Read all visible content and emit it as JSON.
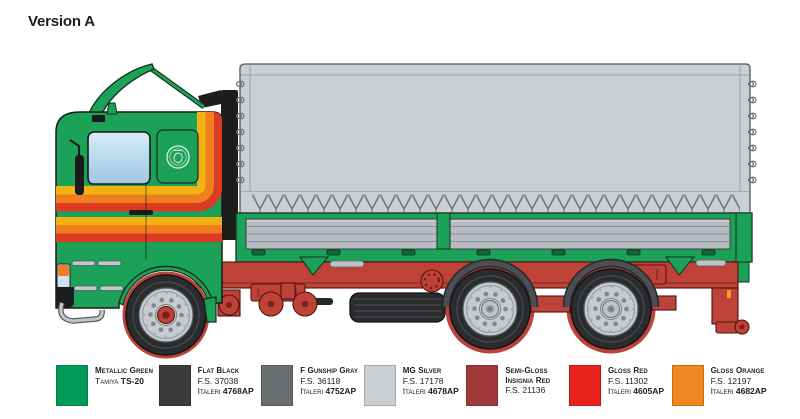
{
  "header": {
    "version_label": "Version A"
  },
  "truck": {
    "emblem_icon": "scania-griffin-badge-icon",
    "colors": {
      "green": "#1ba158",
      "yellow": "#f2b213",
      "orange": "#ef7f1e",
      "red": "#dd3a24",
      "chassis": "#bf4238",
      "tarp": "#cbced3",
      "slat": "#b7bcc2",
      "silver": "#c7cbd0",
      "outline": "#1d1d1b",
      "fender_gray": "#4b4f54",
      "window_top": "#d7ecf8",
      "window_bottom": "#9fc6e2"
    }
  },
  "palette": [
    {
      "color": "#009c57",
      "name": "Metallic Green",
      "name2": "",
      "fs": "",
      "brand": "Tamiya",
      "code": "TS-20"
    },
    {
      "color": "#3b3b3b",
      "name": "Flat Black",
      "name2": "",
      "fs": "F.S. 37038",
      "brand": "Italeri",
      "code": "4768AP"
    },
    {
      "color": "#6b6e70",
      "name": "F Gunship Gray",
      "name2": "",
      "fs": "F.S. 36118",
      "brand": "Italeri",
      "code": "4752AP"
    },
    {
      "color": "#c9ced1",
      "name": "MG Silver",
      "name2": "",
      "fs": "F.S. 17178",
      "brand": "Italeri",
      "code": "4678AP"
    },
    {
      "color": "#a23a3c",
      "name": "Semi-Gloss",
      "name2": "Insignia Red",
      "fs": "F.S. 21136",
      "brand": "",
      "code": ""
    },
    {
      "color": "#e8211d",
      "name": "Gloss Red",
      "name2": "",
      "fs": "F.S. 11302",
      "brand": "Italeri",
      "code": "4605AP"
    },
    {
      "color": "#f1871f",
      "name": "Gloss Orange",
      "name2": "",
      "fs": "F.S. 12197",
      "brand": "Italeri",
      "code": "4682AP"
    }
  ]
}
